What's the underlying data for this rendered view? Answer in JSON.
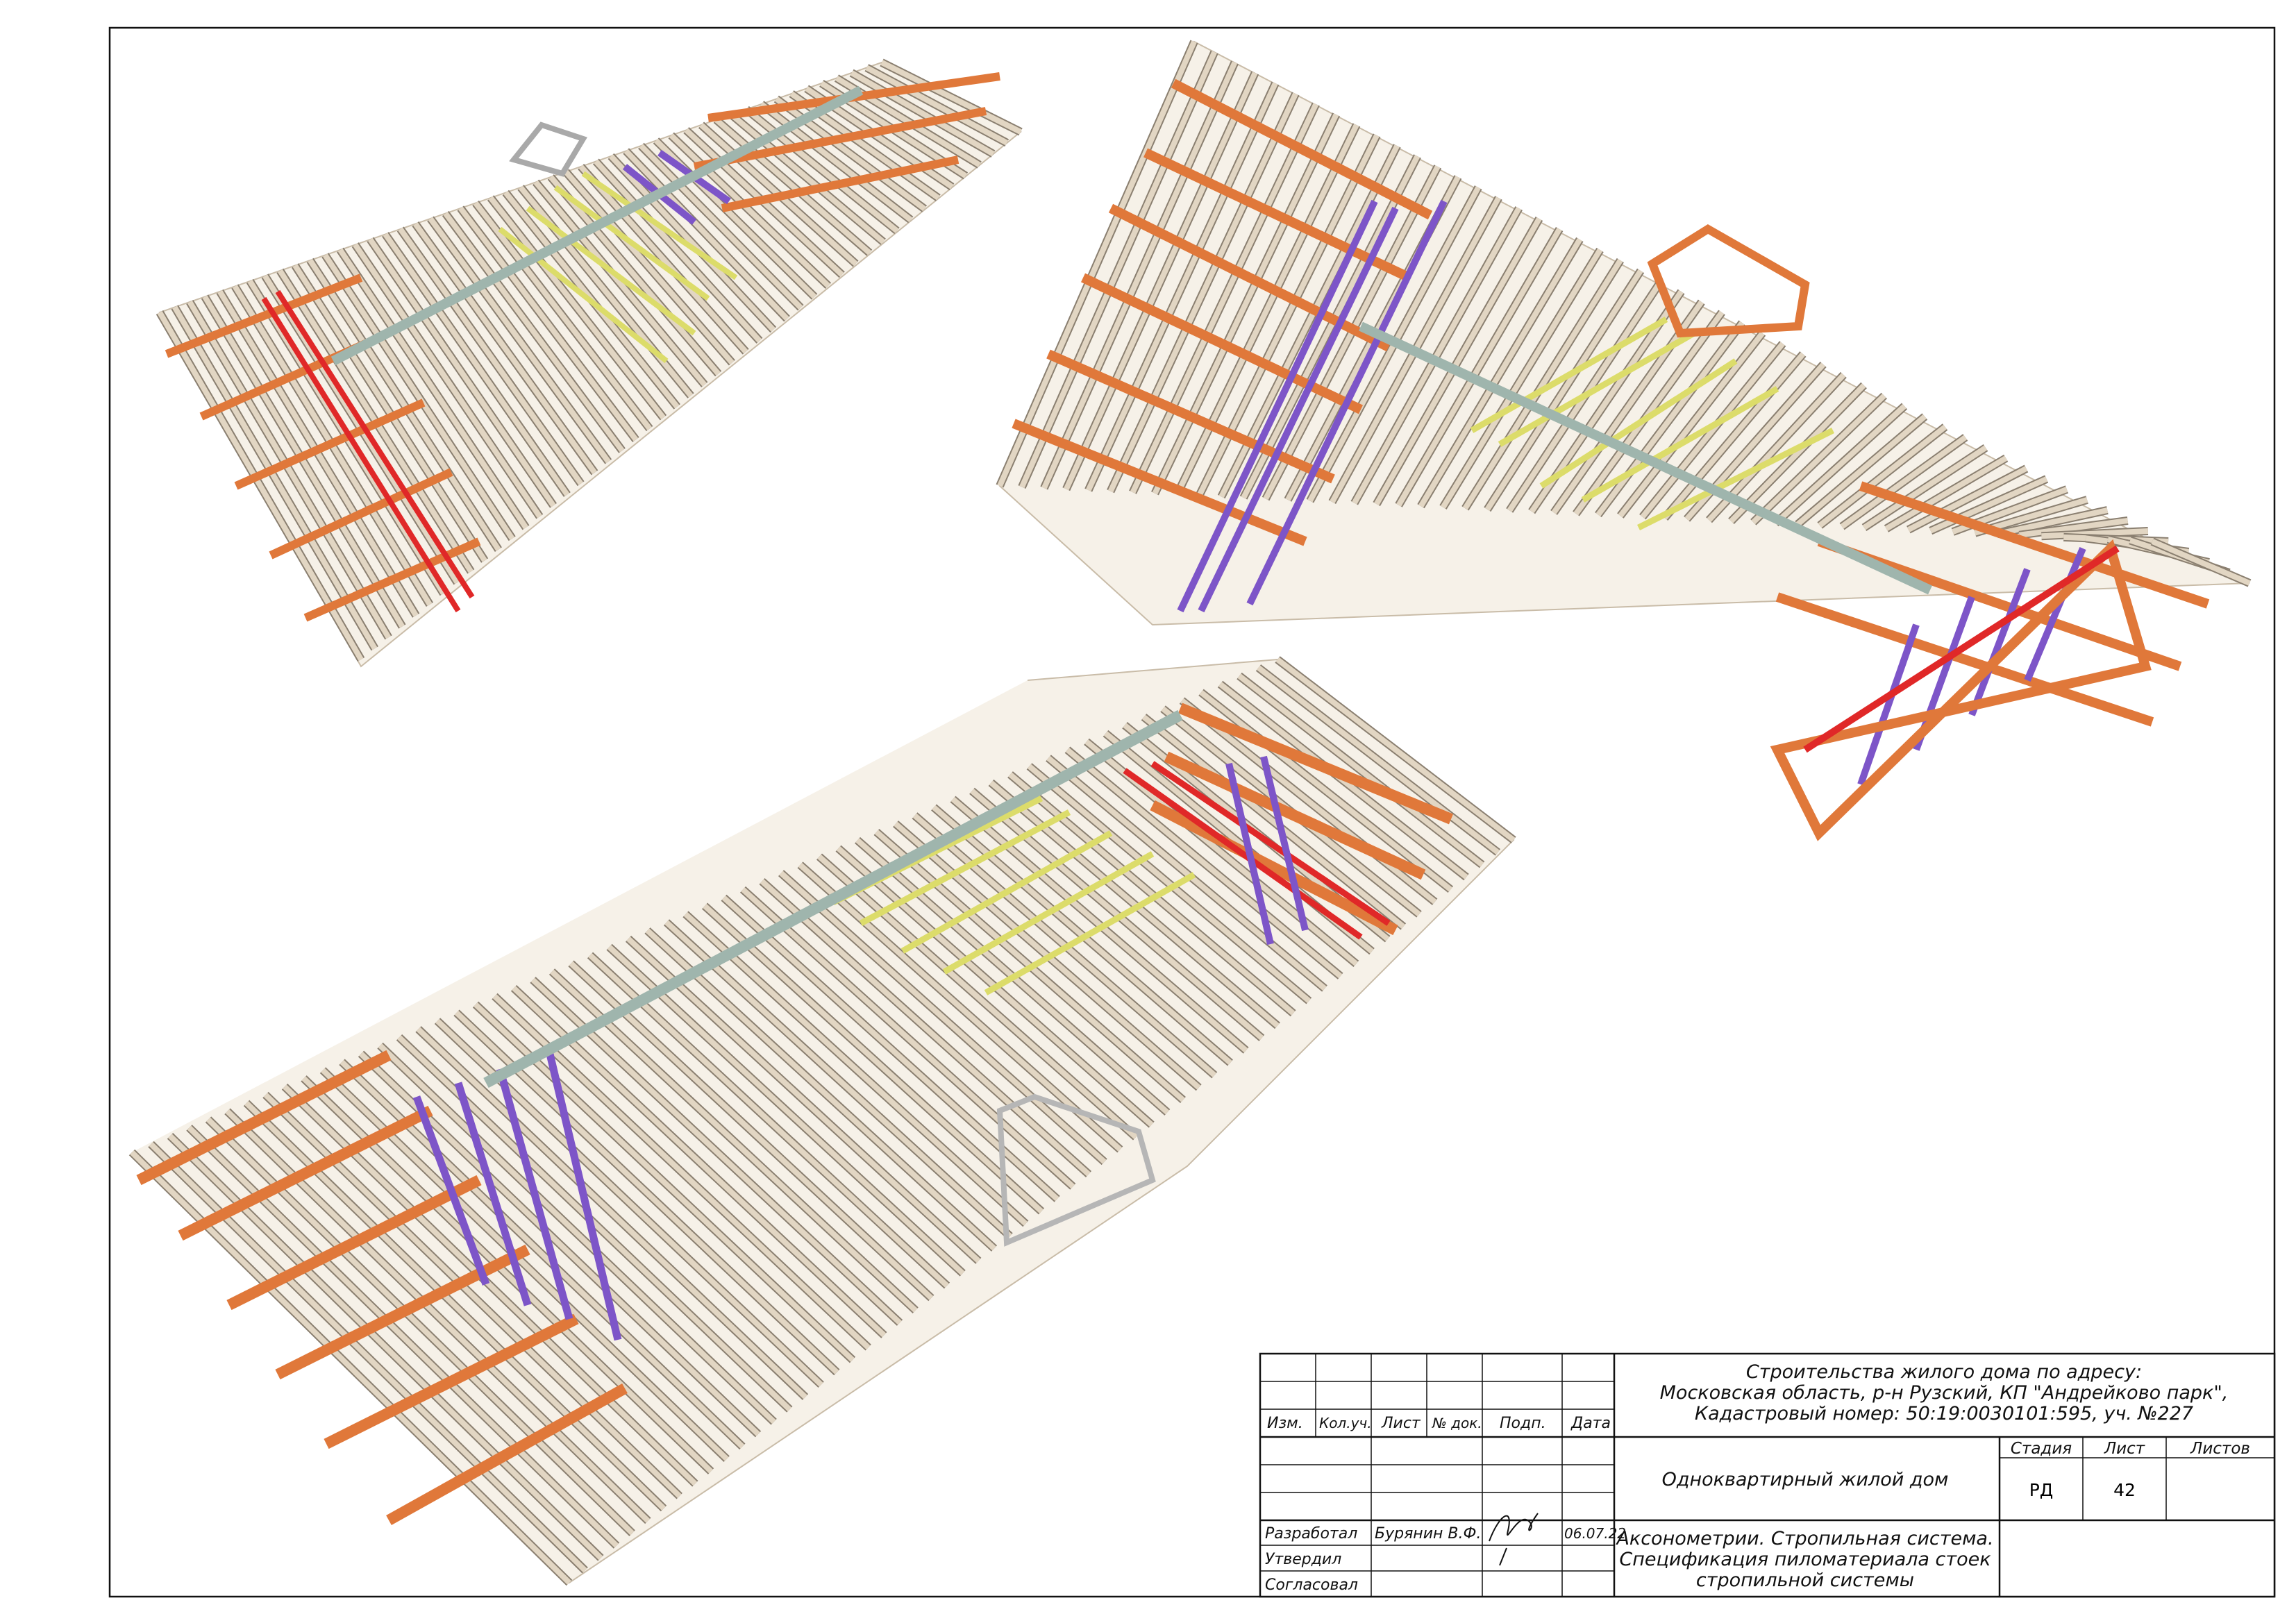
{
  "title_block": {
    "project_line1": "Строительства жилого дома по адресу:",
    "project_line2": "Московская область, р-н Рузский, КП \"Андрейково парк\",",
    "project_line3": "Кадастровый номер: 50:19:0030101:595, уч. №227",
    "object_name": "Одноквартирный жилой дом",
    "sheet_title_line1": "Аксонометрии. Стропильная система.",
    "sheet_title_line2": "Спецификация пиломатериала стоек",
    "sheet_title_line3": "стропильной системы",
    "headers": {
      "izm": "Изм.",
      "kol_uch": "Кол.уч.",
      "list": "Лист",
      "n_dok": "№ док.",
      "podp": "Подп.",
      "data": "Дата"
    },
    "roles": {
      "developed": "Разработал",
      "approved": "Утвердил",
      "agreed": "Согласовал"
    },
    "developer_name": "Бурянин В.Ф.",
    "date": "06.07.22",
    "stage_header": "Стадия",
    "sheet_header": "Лист",
    "sheets_header": "Листов",
    "stage": "РД",
    "sheet_number": "42",
    "sheets_total": ""
  },
  "colors": {
    "frame": "#111111",
    "rafter_light": "#e2d6c3",
    "rafter_stroke": "#8a7f70",
    "orange_beam": "#e0783a",
    "violet_post": "#7d55c8",
    "yellow_brace": "#dcdc6a",
    "red_brace": "#e02828",
    "ridge_grey": "#9fb5ad"
  }
}
